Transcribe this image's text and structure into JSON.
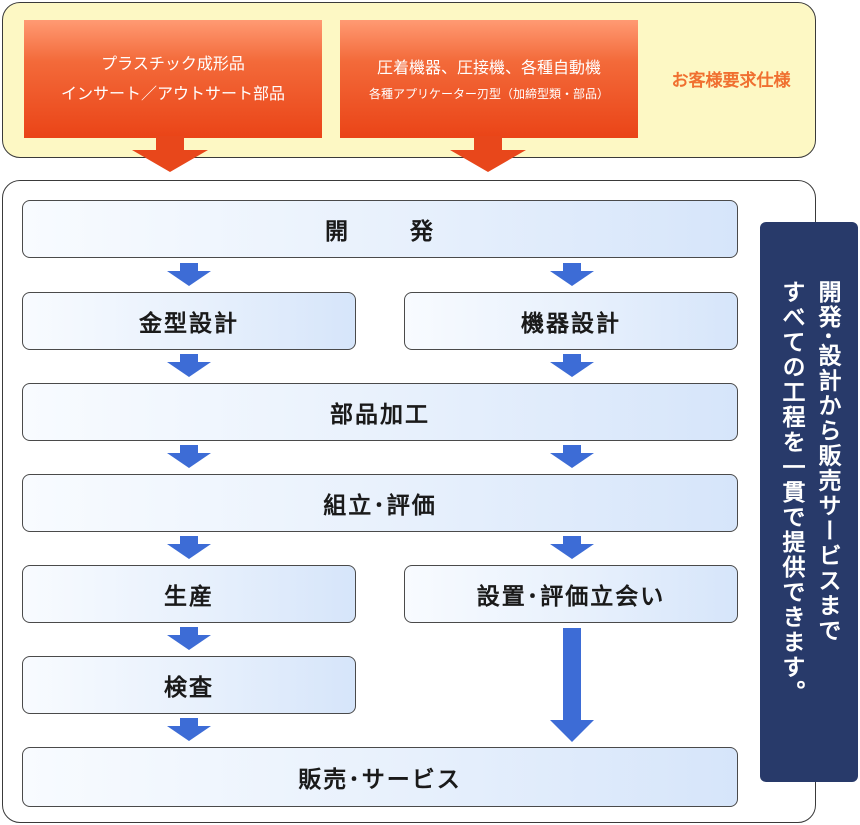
{
  "requirements": {
    "box1": {
      "line1": "プラスチック成形品",
      "line2": "インサート／アウトサート部品"
    },
    "box2": {
      "line1": "圧着機器、圧接機、各種自動機",
      "line2": "各種アプリケーター刃型（加締型類・部品）"
    },
    "customer_spec": "お客様要求仕様"
  },
  "steps": {
    "development": [
      "開",
      "発"
    ],
    "mold_design": "金型設計",
    "machine_design": "機器設計",
    "parts_processing": "部品加工",
    "assembly_evaluation": "組立･評価",
    "production": "生産",
    "installation": "設置･評価立会い",
    "inspection": "検査",
    "sales_service": "販売･サービス"
  },
  "side_banner": {
    "line1": "開発･設計から販売サービスまで",
    "line2": "すべての工程を一貫で提供できます。"
  },
  "colors": {
    "orange_box": "#ea4417",
    "red_arrow": "#e8471b",
    "blue_arrow": "#3d6cd6",
    "banner": "#283a6a",
    "top_panel_bg": "#fdf8c4"
  }
}
